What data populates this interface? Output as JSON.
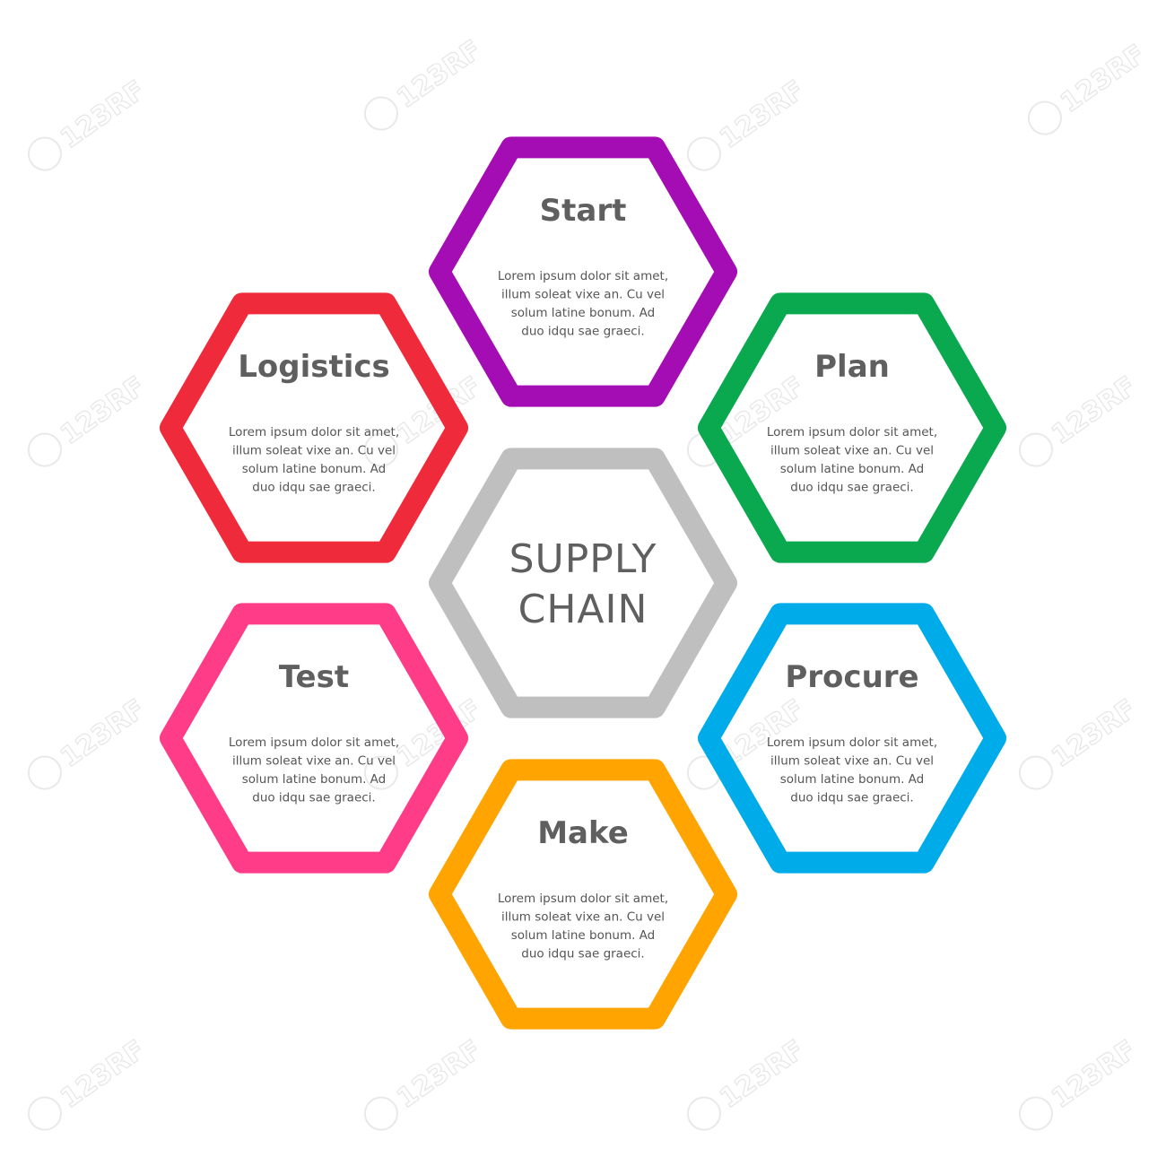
{
  "center": {
    "line1": "SUPPLY",
    "line2": "CHAIN",
    "color": "#c0bfbf"
  },
  "nodes": [
    {
      "id": "start",
      "title": "Start",
      "color": "#a40db3",
      "body": [
        "Lorem ipsum dolor sit amet,",
        "illum soleat vixe an. Cu vel",
        "solum latine bonum. Ad",
        "duo idqu sae graeci."
      ]
    },
    {
      "id": "plan",
      "title": "Plan",
      "color": "#0aa84f",
      "body": [
        "Lorem ipsum dolor sit amet,",
        "illum soleat vixe an. Cu vel",
        "solum latine bonum. Ad",
        "duo idqu sae graeci."
      ]
    },
    {
      "id": "procure",
      "title": "Procure",
      "color": "#00abe9",
      "body": [
        "Lorem ipsum dolor sit amet,",
        "illum soleat vixe an. Cu vel",
        "solum latine bonum. Ad",
        "duo idqu sae graeci."
      ]
    },
    {
      "id": "make",
      "title": "Make",
      "color": "#ffa400",
      "body": [
        "Lorem ipsum dolor sit amet,",
        "illum soleat vixe an. Cu vel",
        "solum latine bonum. Ad",
        "duo idqu sae graeci."
      ]
    },
    {
      "id": "test",
      "title": "Test",
      "color": "#ff3c87",
      "body": [
        "Lorem ipsum dolor sit amet,",
        "illum soleat vixe an. Cu vel",
        "solum latine bonum. Ad",
        "duo idqu sae graeci."
      ]
    },
    {
      "id": "logistics",
      "title": "Logistics",
      "color": "#ef2b3b",
      "body": [
        "Lorem ipsum dolor sit amet,",
        "illum soleat vixe an. Cu vel",
        "solum latine bonum. Ad",
        "duo idqu sae graeci."
      ]
    }
  ],
  "watermark": {
    "text": "123RF"
  }
}
